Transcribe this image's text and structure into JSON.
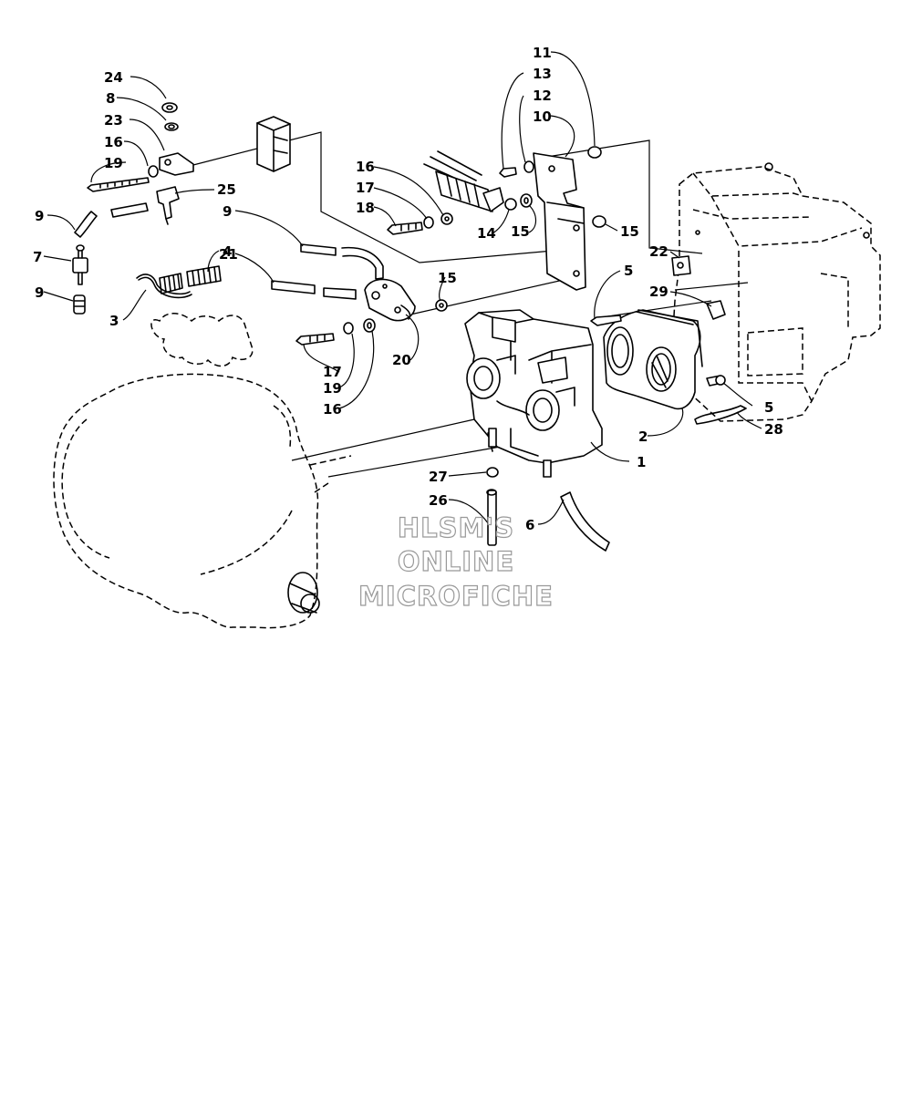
{
  "callouts": [
    {
      "id": "c24",
      "text": "24"
    },
    {
      "id": "c8",
      "text": "8"
    },
    {
      "id": "c23",
      "text": "23"
    },
    {
      "id": "c16a",
      "text": "16"
    },
    {
      "id": "c19a",
      "text": "19"
    },
    {
      "id": "c25",
      "text": "25"
    },
    {
      "id": "c9a",
      "text": "9"
    },
    {
      "id": "c7",
      "text": "7"
    },
    {
      "id": "c9b",
      "text": "9"
    },
    {
      "id": "c4",
      "text": "4"
    },
    {
      "id": "c3",
      "text": "3"
    },
    {
      "id": "c9c",
      "text": "9"
    },
    {
      "id": "c21",
      "text": "21"
    },
    {
      "id": "c17a",
      "text": "17"
    },
    {
      "id": "c19b",
      "text": "19"
    },
    {
      "id": "c16b",
      "text": "16"
    },
    {
      "id": "c20",
      "text": "20"
    },
    {
      "id": "c15a",
      "text": "15"
    },
    {
      "id": "c16c",
      "text": "16"
    },
    {
      "id": "c17b",
      "text": "17"
    },
    {
      "id": "c18",
      "text": "18"
    },
    {
      "id": "c14",
      "text": "14"
    },
    {
      "id": "c15b",
      "text": "15"
    },
    {
      "id": "c15c",
      "text": "15"
    },
    {
      "id": "c11",
      "text": "11"
    },
    {
      "id": "c13",
      "text": "13"
    },
    {
      "id": "c12",
      "text": "12"
    },
    {
      "id": "c10",
      "text": "10"
    },
    {
      "id": "c22",
      "text": "22"
    },
    {
      "id": "c5a",
      "text": "5"
    },
    {
      "id": "c29",
      "text": "29"
    },
    {
      "id": "c5b",
      "text": "5"
    },
    {
      "id": "c28",
      "text": "28"
    },
    {
      "id": "c2",
      "text": "2"
    },
    {
      "id": "c1",
      "text": "1"
    },
    {
      "id": "c27",
      "text": "27"
    },
    {
      "id": "c26",
      "text": "26"
    },
    {
      "id": "c6",
      "text": "6"
    }
  ],
  "watermark": {
    "line1": "HLSM'S",
    "line2": "ONLINE",
    "line3": "MICROFICHE"
  }
}
